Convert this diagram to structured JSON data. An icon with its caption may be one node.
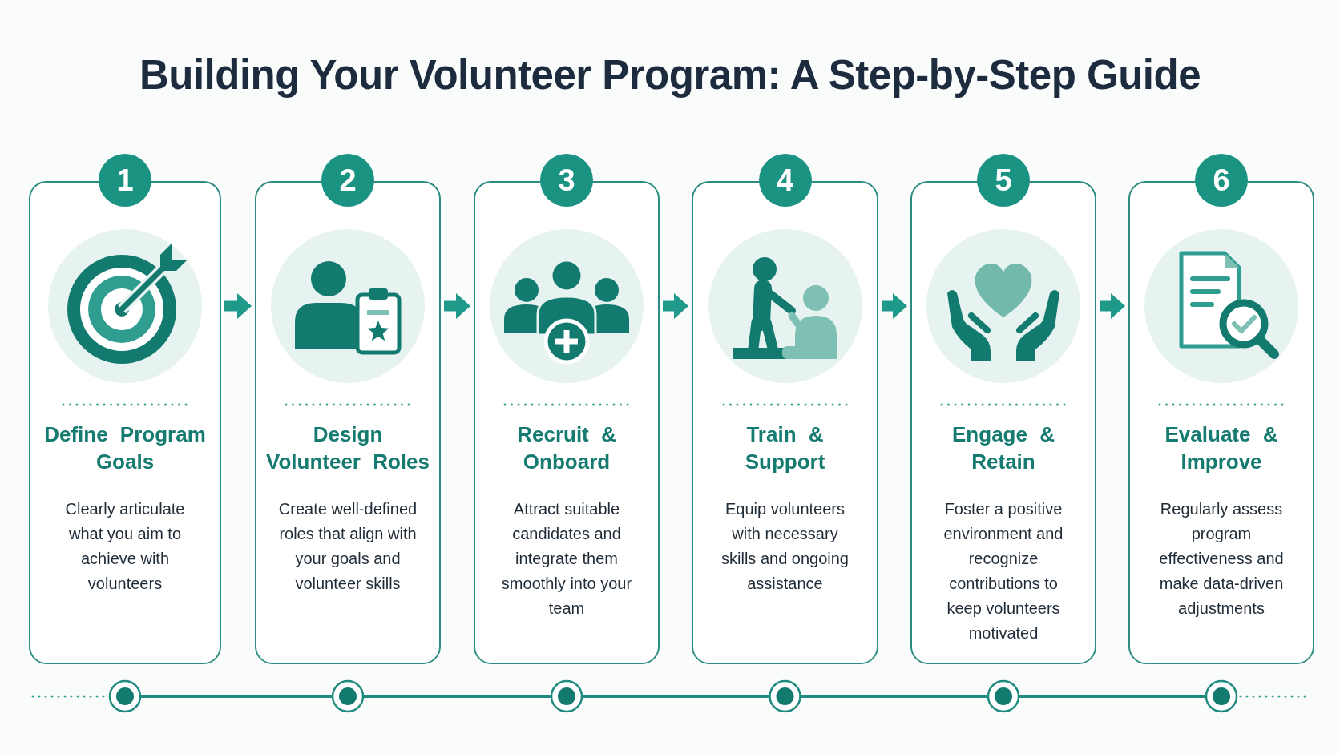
{
  "diagram": {
    "title": "Building Your Volunteer Program: A Step-by-Step Guide",
    "nodes": [
      {
        "text": [
          "1"
        ]
      },
      {
        "text": [
          "Define Program Goals",
          "Clearly articulate what you aim to achieve with volunteers"
        ]
      },
      {
        "text": [
          "2"
        ]
      },
      {
        "text": [
          "Design Volunteer Roles",
          "Create well-defined roles that align with your goals and volunteer skills"
        ]
      },
      {
        "text": [
          "3"
        ]
      },
      {
        "text": [
          "Recruit & Onboard",
          "Attract suitable candidates and integrate them smoothly into your team"
        ]
      },
      {
        "text": [
          "4"
        ]
      },
      {
        "text": [
          "Train & Support",
          "Equip volunteers with necessary skills and ongoing assistance"
        ]
      },
      {
        "text": [
          "5"
        ]
      },
      {
        "text": [
          "Engage & Retain",
          "Foster a positive environment and recognize contributions to keep volunteers motivated"
        ]
      },
      {
        "text": [
          "6"
        ]
      },
      {
        "text": [
          "Evaluate & Improve",
          "Regularly assess program effectiveness and make data-driven adjustments"
        ]
      }
    ],
    "edges": [
      {
        "from": 1,
        "to": 3,
        "arrow": "to"
      },
      {
        "from": 3,
        "to": 5,
        "arrow": "to"
      },
      {
        "from": 5,
        "to": 7,
        "arrow": "to"
      },
      {
        "from": 7,
        "to": 9,
        "arrow": "to"
      },
      {
        "from": 9,
        "to": 11,
        "arrow": "to"
      }
    ]
  }
}
